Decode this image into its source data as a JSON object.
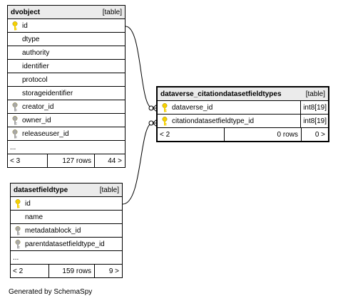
{
  "dvobject": {
    "name": "dvobject",
    "type": "[table]",
    "columns": [
      {
        "name": "id",
        "key": "primary-key-icon"
      },
      {
        "name": "dtype",
        "key": ""
      },
      {
        "name": "authority",
        "key": ""
      },
      {
        "name": "identifier",
        "key": ""
      },
      {
        "name": "protocol",
        "key": ""
      },
      {
        "name": "storageidentifier",
        "key": ""
      },
      {
        "name": "creator_id",
        "key": "foreign-key-icon"
      },
      {
        "name": "owner_id",
        "key": "foreign-key-icon"
      },
      {
        "name": "releaseuser_id",
        "key": "foreign-key-icon"
      }
    ],
    "more": "...",
    "footer": {
      "children": "< 3",
      "rows": "127 rows",
      "parents": "44 >"
    }
  },
  "dataverse_citationdatasetfieldtypes": {
    "name": "dataverse_citationdatasetfieldtypes",
    "type": "[table]",
    "columns": [
      {
        "name": "dataverse_id",
        "key": "primary-key-icon",
        "dtype": "int8[19]"
      },
      {
        "name": "citationdatasetfieldtype_id",
        "key": "primary-key-icon",
        "dtype": "int8[19]"
      }
    ],
    "footer": {
      "children": "< 2",
      "rows": "0 rows",
      "parents": "0 >"
    }
  },
  "datasetfieldtype": {
    "name": "datasetfieldtype",
    "type": "[table]",
    "columns": [
      {
        "name": "id",
        "key": "primary-key-icon"
      },
      {
        "name": "name",
        "key": ""
      },
      {
        "name": "metadatablock_id",
        "key": "foreign-key-icon"
      },
      {
        "name": "parentdatasetfieldtype_id",
        "key": "foreign-key-icon"
      }
    ],
    "more": "...",
    "footer": {
      "children": "< 2",
      "rows": "159 rows",
      "parents": "9 >"
    }
  },
  "generated_by": "Generated by SchemaSpy",
  "colors": {
    "header_bg": "#ebebeb",
    "primary_key": "#f5d000",
    "foreign_key": "#a8a8a8"
  }
}
